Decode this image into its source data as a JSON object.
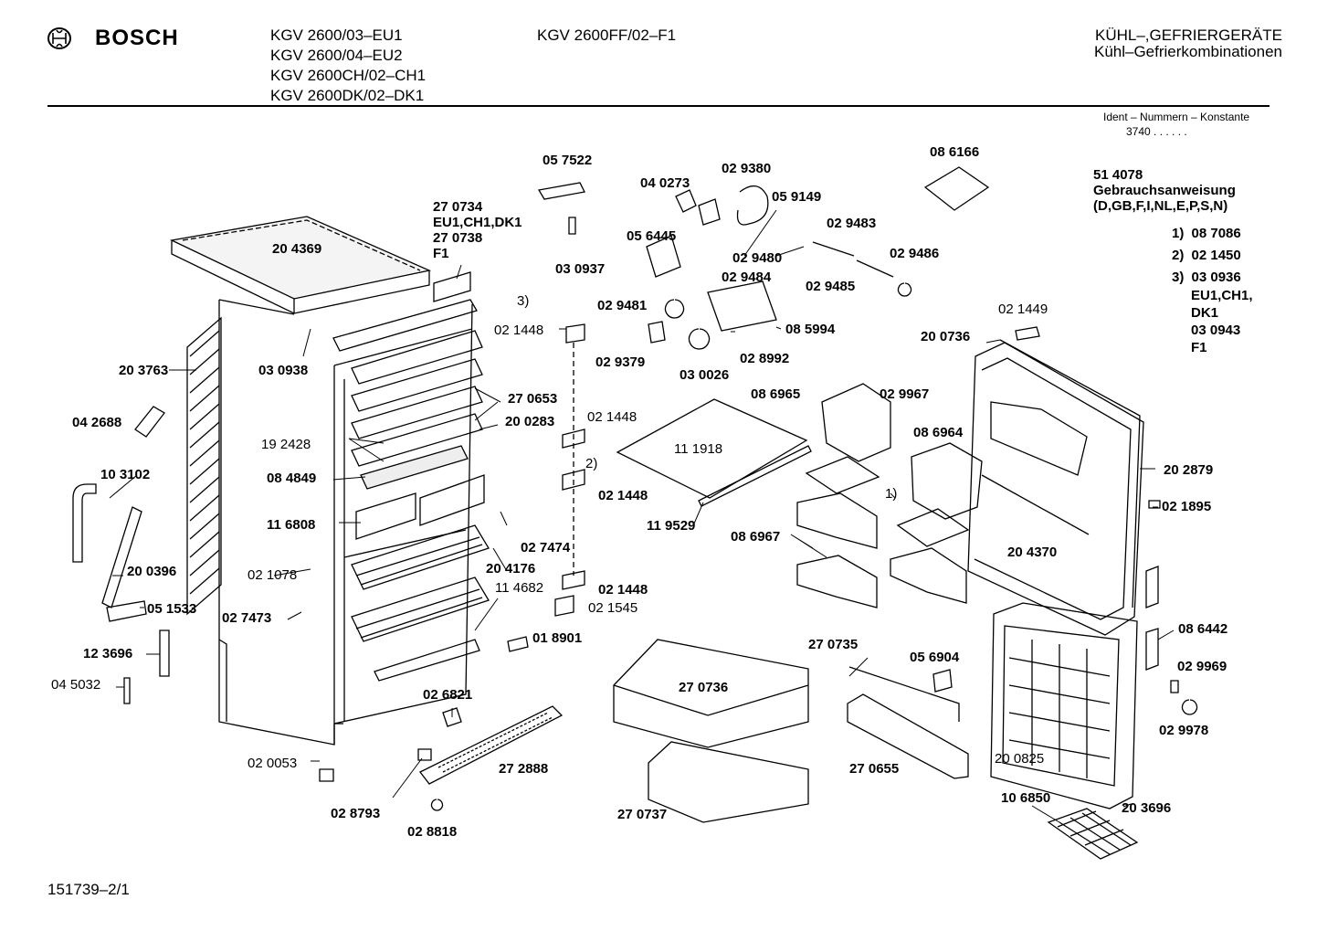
{
  "header": {
    "brand": "BOSCH",
    "models_left": [
      "KGV 2600/03–EU1",
      "KGV 2600/04–EU2",
      "KGV 2600CH/02–CH1",
      "KGV 2600DK/02–DK1"
    ],
    "model_center": "KGV 2600FF/02–F1",
    "category_title": "KÜHL–,GEFRIERGERÄTE",
    "category_subtitle": "Kühl–Gefrierkombinationen",
    "ident_label": "Ident – Nummern – Konstante",
    "ident_value": "3740 . . . . . ."
  },
  "instructions": {
    "code": "51 4078",
    "title": "Gebrauchsanweisung",
    "languages": "(D,GB,F,I,NL,E,P,S,N)",
    "items": [
      {
        "num": "1)",
        "value": "08 7086"
      },
      {
        "num": "2)",
        "value": "02 1450"
      },
      {
        "num": "3)",
        "value": "03 0936"
      }
    ],
    "note1": "EU1,CH1,",
    "note2": "DK1",
    "code2": "03 0943",
    "variant": "F1"
  },
  "parts": [
    {
      "id": "p01",
      "text": "20 4369",
      "bold": true
    },
    {
      "id": "p02",
      "text": "27 0734",
      "bold": true
    },
    {
      "id": "p03",
      "text": "EU1,CH1,DK1",
      "bold": true
    },
    {
      "id": "p04",
      "text": "27 0738",
      "bold": true
    },
    {
      "id": "p05",
      "text": "F1",
      "bold": true
    },
    {
      "id": "p06",
      "text": "05 7522",
      "bold": true
    },
    {
      "id": "p07",
      "text": "03 0937",
      "bold": true
    },
    {
      "id": "p08",
      "text": "04 0273",
      "bold": true
    },
    {
      "id": "p09",
      "text": "02 9380",
      "bold": true
    },
    {
      "id": "p10",
      "text": "05 9149",
      "bold": true
    },
    {
      "id": "p11",
      "text": "08 6166",
      "bold": true
    },
    {
      "id": "p12",
      "text": "05 6445",
      "bold": true
    },
    {
      "id": "p13",
      "text": "02 9483",
      "bold": true
    },
    {
      "id": "p14",
      "text": "02 9480",
      "bold": true
    },
    {
      "id": "p15",
      "text": "02 9486",
      "bold": true
    },
    {
      "id": "p16",
      "text": "02 9484",
      "bold": true
    },
    {
      "id": "p17",
      "text": "02 9485",
      "bold": true
    },
    {
      "id": "p18",
      "text": "02 9481",
      "bold": true
    },
    {
      "id": "p19",
      "text": "3)",
      "bold": false
    },
    {
      "id": "p20",
      "text": "02 1448",
      "bold": false
    },
    {
      "id": "p21",
      "text": "08 5994",
      "bold": true
    },
    {
      "id": "p22",
      "text": "02 9379",
      "bold": true
    },
    {
      "id": "p23",
      "text": "02 8992",
      "bold": true
    },
    {
      "id": "p24",
      "text": "03 0026",
      "bold": true
    },
    {
      "id": "p25",
      "text": "02 1449",
      "bold": false
    },
    {
      "id": "p26",
      "text": "20 0736",
      "bold": true
    },
    {
      "id": "p27",
      "text": "20 3763",
      "bold": true
    },
    {
      "id": "p28",
      "text": "03 0938",
      "bold": true
    },
    {
      "id": "p29",
      "text": "27 0653",
      "bold": true
    },
    {
      "id": "p30",
      "text": "08 6965",
      "bold": true
    },
    {
      "id": "p31",
      "text": "02 9967",
      "bold": true
    },
    {
      "id": "p32",
      "text": "04 2688",
      "bold": true
    },
    {
      "id": "p33",
      "text": "19 2428",
      "bold": false
    },
    {
      "id": "p34",
      "text": "20 0283",
      "bold": true
    },
    {
      "id": "p35",
      "text": "02 1448",
      "bold": false
    },
    {
      "id": "p36",
      "text": "08 6964",
      "bold": true
    },
    {
      "id": "p37",
      "text": "11 1918",
      "bold": false
    },
    {
      "id": "p38",
      "text": "2)",
      "bold": false
    },
    {
      "id": "p39",
      "text": "10 3102",
      "bold": true
    },
    {
      "id": "p40",
      "text": "08 4849",
      "bold": true
    },
    {
      "id": "p41",
      "text": "02 1448",
      "bold": true
    },
    {
      "id": "p42",
      "text": "1)",
      "bold": false
    },
    {
      "id": "p43",
      "text": "20 2879",
      "bold": true
    },
    {
      "id": "p44",
      "text": "11 6808",
      "bold": true
    },
    {
      "id": "p45",
      "text": "11 9529",
      "bold": true
    },
    {
      "id": "p46",
      "text": "02 1895",
      "bold": true
    },
    {
      "id": "p47",
      "text": "08 6967",
      "bold": true
    },
    {
      "id": "p48",
      "text": "02 7474",
      "bold": true
    },
    {
      "id": "p49",
      "text": "20 4370",
      "bold": true
    },
    {
      "id": "p50",
      "text": "20 0396",
      "bold": true
    },
    {
      "id": "p51",
      "text": "02 1078",
      "bold": false
    },
    {
      "id": "p52",
      "text": "20 4176",
      "bold": true
    },
    {
      "id": "p53",
      "text": "11 4682",
      "bold": false
    },
    {
      "id": "p54",
      "text": "02 1448",
      "bold": true
    },
    {
      "id": "p55",
      "text": "02 7473",
      "bold": true
    },
    {
      "id": "p56",
      "text": "02 1545",
      "bold": false
    },
    {
      "id": "p57",
      "text": "05 1533",
      "bold": true
    },
    {
      "id": "p58",
      "text": "08 6442",
      "bold": true
    },
    {
      "id": "p59",
      "text": "12 3696",
      "bold": true
    },
    {
      "id": "p60",
      "text": "01 8901",
      "bold": true
    },
    {
      "id": "p61",
      "text": "27 0735",
      "bold": true
    },
    {
      "id": "p62",
      "text": "05 6904",
      "bold": true
    },
    {
      "id": "p63",
      "text": "02 9969",
      "bold": true
    },
    {
      "id": "p64",
      "text": "04 5032",
      "bold": false
    },
    {
      "id": "p65",
      "text": "27 0736",
      "bold": true
    },
    {
      "id": "p66",
      "text": "02 6821",
      "bold": true
    },
    {
      "id": "p67",
      "text": "02 9978",
      "bold": true
    },
    {
      "id": "p68",
      "text": "27 2888",
      "bold": true
    },
    {
      "id": "p69",
      "text": "20 0825",
      "bold": false
    },
    {
      "id": "p70",
      "text": "02 0053",
      "bold": false
    },
    {
      "id": "p71",
      "text": "27 0655",
      "bold": true
    },
    {
      "id": "p72",
      "text": "20 3696",
      "bold": true
    },
    {
      "id": "p73",
      "text": "02 8793",
      "bold": true
    },
    {
      "id": "p74",
      "text": "27 0737",
      "bold": true
    },
    {
      "id": "p75",
      "text": "10 6850",
      "bold": true
    },
    {
      "id": "p76",
      "text": "02 8818",
      "bold": true
    }
  ],
  "footer": {
    "doc_number": "151739–2/1"
  }
}
